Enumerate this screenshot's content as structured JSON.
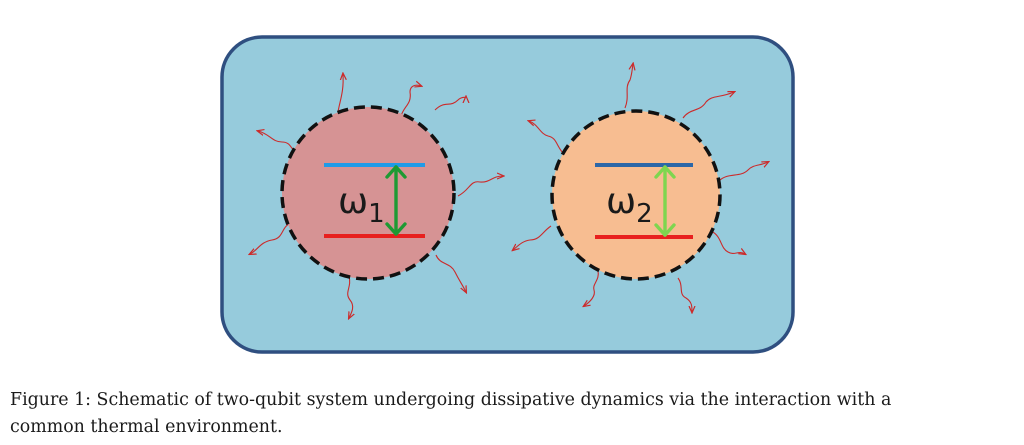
{
  "diagram": {
    "environment": {
      "fill": "#96cbdc",
      "stroke": "#2f4f80"
    },
    "qubits": [
      {
        "symbol": "ω",
        "subscript": "1",
        "fill": "#d69394",
        "upper_level_color": "#1f9be8",
        "lower_level_color": "#e8201e",
        "arrow_color": "#1e9a33"
      },
      {
        "symbol": "ω",
        "subscript": "2",
        "fill": "#f7bd91",
        "upper_level_color": "#2c67a8",
        "lower_level_color": "#e8201e",
        "arrow_color": "#7ed64f"
      }
    ],
    "dissipation_arrow_color": "#cc2a2a"
  },
  "caption": {
    "line1": "Figure 1: Schematic of two-qubit system undergoing dissipative dynamics via the interaction with a",
    "line2": "common thermal environment."
  }
}
